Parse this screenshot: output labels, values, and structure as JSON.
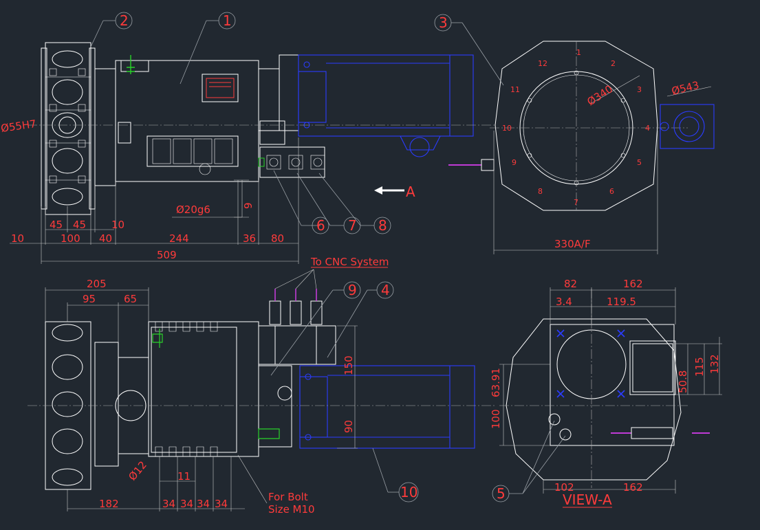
{
  "front_view": {
    "dimensions": {
      "d_55h7": "Ø55H7",
      "d_20g6": "Ø20g6",
      "v9": "9",
      "d45a": "45",
      "d45b": "45",
      "d10a": "10",
      "d10b": "10",
      "d100": "100",
      "d40": "40",
      "d244": "244",
      "d36": "36",
      "d80": "80",
      "d509": "509"
    },
    "view_arrow": "A"
  },
  "side_view": {
    "dimensions": {
      "d_340": "Ø340",
      "d_543": "Ø543",
      "d330af": "330A/F"
    },
    "index_numbers": [
      "1",
      "2",
      "3",
      "4",
      "5",
      "6",
      "7",
      "8",
      "9",
      "10",
      "11",
      "12"
    ]
  },
  "top_view": {
    "label_cnc": "To CNC System",
    "dimensions": {
      "d205": "205",
      "d95": "95",
      "d65": "65",
      "d150": "150",
      "d90": "90",
      "d_12": "Ø12",
      "d11": "11",
      "d182": "182",
      "d34a": "34",
      "d34b": "34",
      "d34c": "34",
      "d34d": "34"
    },
    "bolt_note_line1": "For Bolt",
    "bolt_note_line2": "Size M10"
  },
  "view_a": {
    "title": "VIEW-A",
    "dimensions": {
      "d82": "82",
      "d162top": "162",
      "d34": "3.4",
      "d1195": "119.5",
      "d6391": "63.91",
      "d100": "100",
      "d508": "50.8",
      "d115": "115",
      "d132": "132",
      "d102": "102",
      "d162bot": "162"
    }
  },
  "callouts": [
    "1",
    "2",
    "3",
    "4",
    "5",
    "6",
    "7",
    "8",
    "9",
    "10"
  ]
}
